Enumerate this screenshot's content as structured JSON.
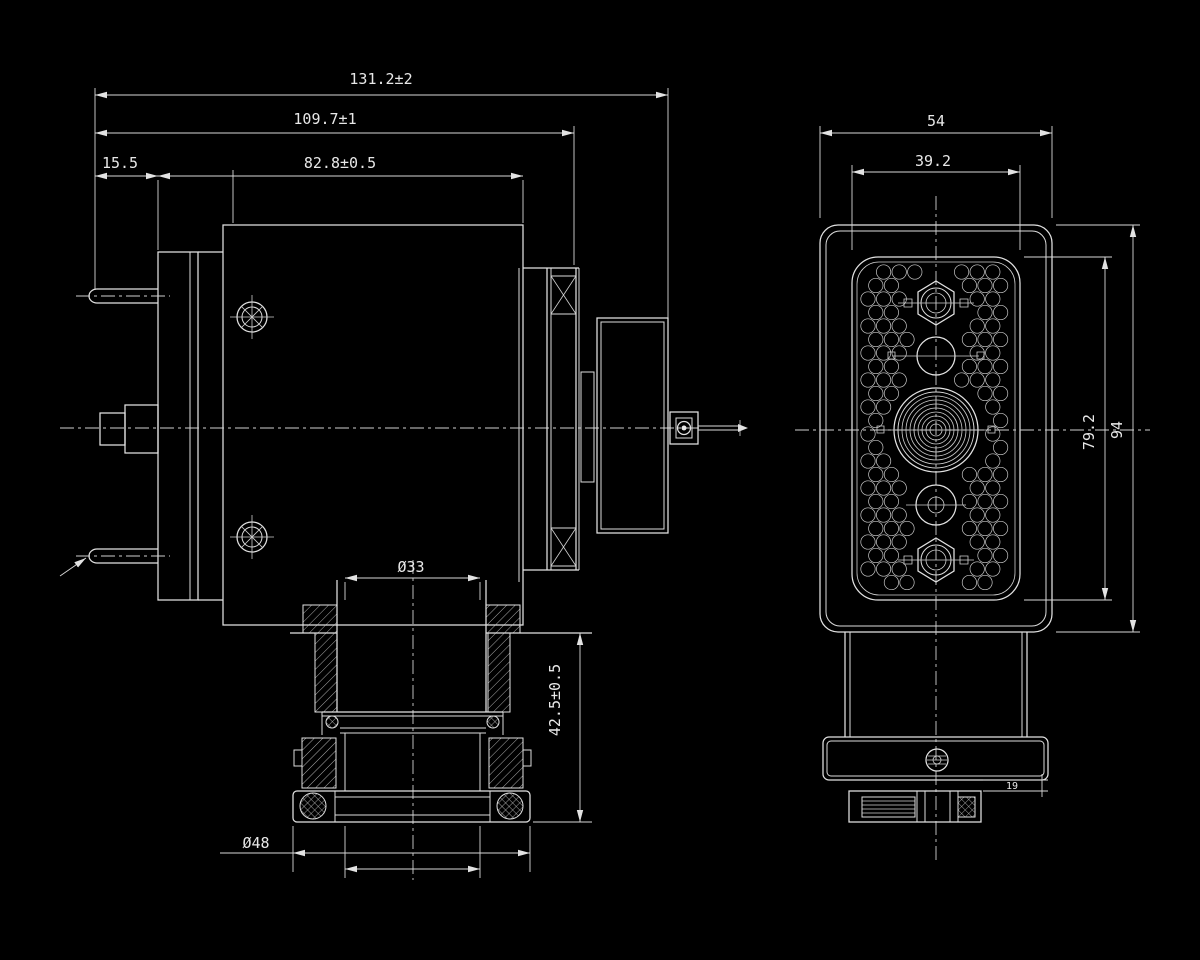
{
  "colors": {
    "background": "#000000",
    "line": "#e2e2e2"
  },
  "side_view": {
    "dims": {
      "overall_length": "131.2±2",
      "length_to_flange": "109.7±1",
      "body_length": "82.8±0.5",
      "flange_thickness": "15.5",
      "gland_bore_dia": "Ø33",
      "gland_length": "42.5±0.5",
      "gland_flange_dia": "Ø48"
    }
  },
  "front_view": {
    "dims": {
      "width": "54",
      "inner_width": "39.2",
      "face_height": "79.2",
      "height": "94",
      "detail": "19"
    }
  }
}
